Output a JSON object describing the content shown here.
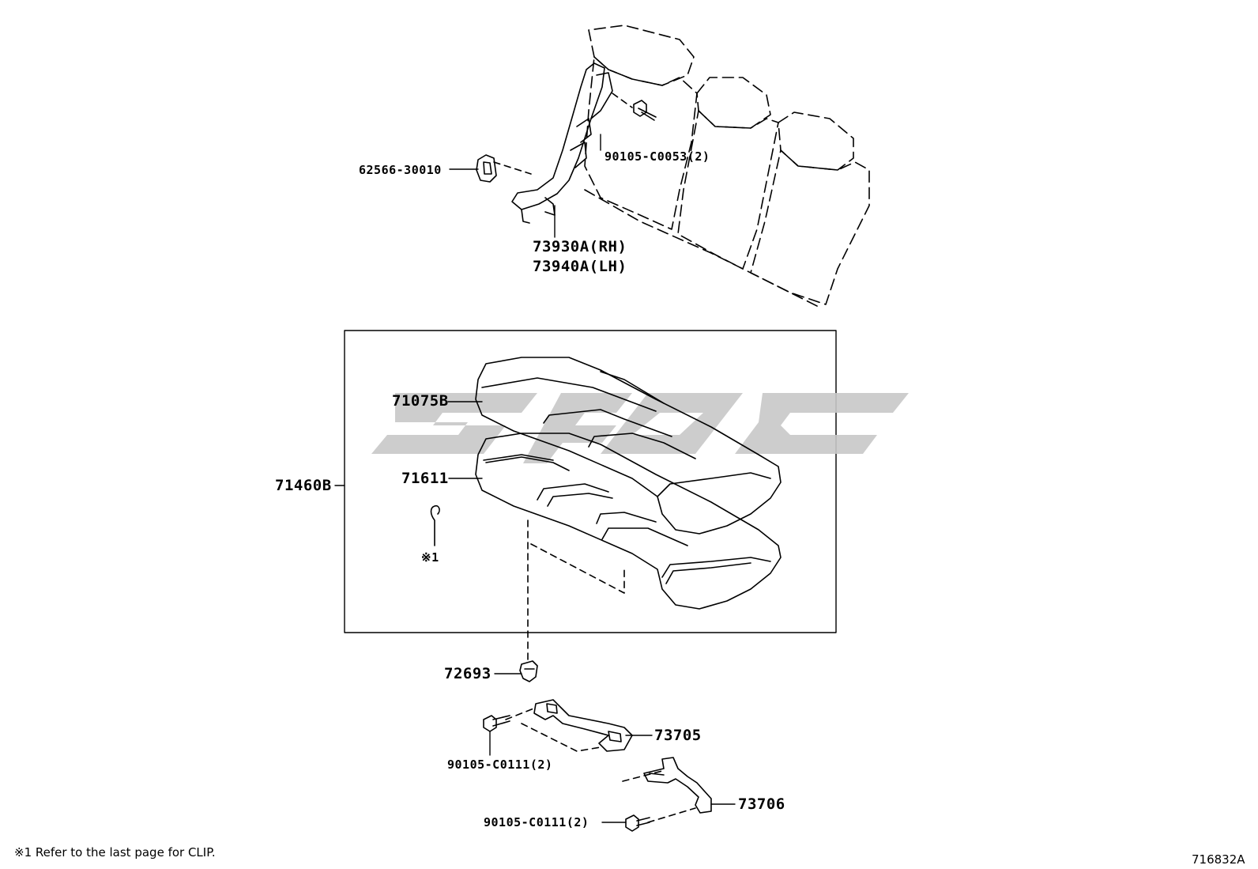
{
  "diagram_id": "716832A",
  "footnote": "※1 Refer to the last page for CLIP.",
  "parts": {
    "p62566": "62566-30010",
    "p90105a": "90105-C0053(2)",
    "p73930": "73930A(RH)",
    "p73940": "73940A(LH)",
    "p71075": "71075B",
    "p71611": "71611",
    "p71460": "71460B",
    "clip_ref": "※1",
    "p72693": "72693",
    "p73705": "73705",
    "p90105b": "90105-C0111(2)",
    "p73706": "73706",
    "p90105c": "90105-C0111(2)"
  },
  "colors": {
    "line": "#000000",
    "watermark": "#c8c8c8"
  }
}
